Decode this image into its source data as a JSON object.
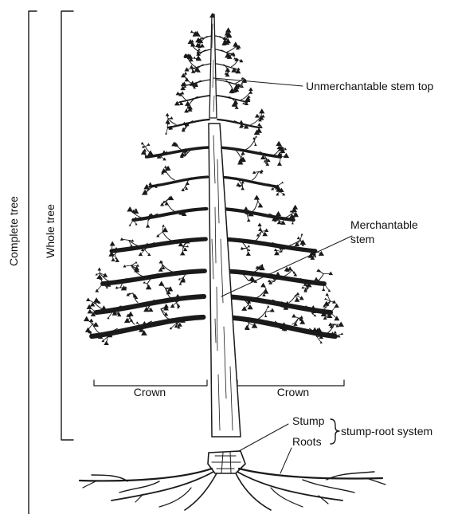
{
  "labels": {
    "complete_tree": "Complete tree",
    "whole_tree": "Whole tree",
    "unmerchantable_top": "Unmerchantable stem top",
    "merchantable_line1": "Merchantable",
    "merchantable_line2": "stem",
    "crown_left": "Crown",
    "crown_right": "Crown",
    "stump": "Stump",
    "roots": "Roots",
    "stump_root_system": "stump-root system"
  },
  "colors": {
    "ink": "#1a1a1a",
    "background": "#ffffff"
  }
}
